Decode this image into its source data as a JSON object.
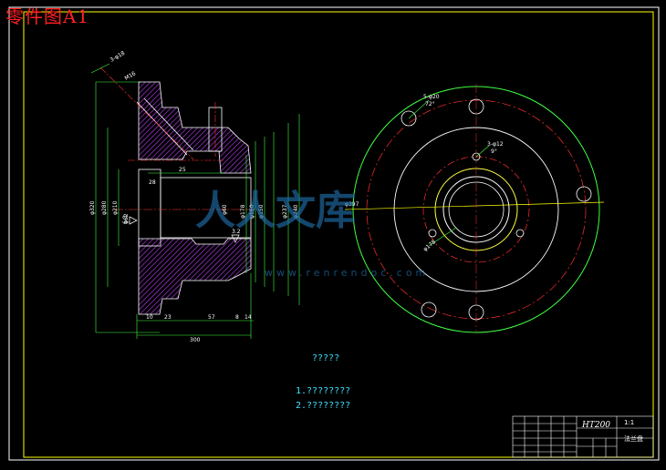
{
  "sheet_title": "零件图A1",
  "watermark": {
    "brand": "人人文库",
    "url": "www.renrendoc.com"
  },
  "notes": {
    "heading": "?????",
    "items": [
      "1.????????",
      "2.????????"
    ]
  },
  "title_block": {
    "material": "HT200",
    "scale": "1:1",
    "part_name": "法兰盘"
  },
  "dimensions": {
    "side_view": {
      "dia_outer": "φ320",
      "dia_2": "φ280",
      "dia_3": "φ210",
      "dia_bore": "φ62",
      "dia_a": "φ178",
      "dia_b": "φ160",
      "dia_c": "φ150",
      "dia_d": "φ237",
      "dia_e": "φ240",
      "center": "φ60",
      "step_1": "10",
      "step_2": "23",
      "step_3": "57",
      "step_4": "8",
      "step_5": "14",
      "overall": "300",
      "key": "28",
      "depth": "25",
      "hole_callout": "3-φ18",
      "thread": "M16",
      "roughness": "6.3",
      "roughness_2": "3.2"
    },
    "front_view": {
      "holes_outer": "5-φ20",
      "holes_inner": "3-φ12",
      "pcd": "φ397",
      "pcd_2": "φ178",
      "angle": "72°",
      "angle_2": "9°"
    }
  }
}
